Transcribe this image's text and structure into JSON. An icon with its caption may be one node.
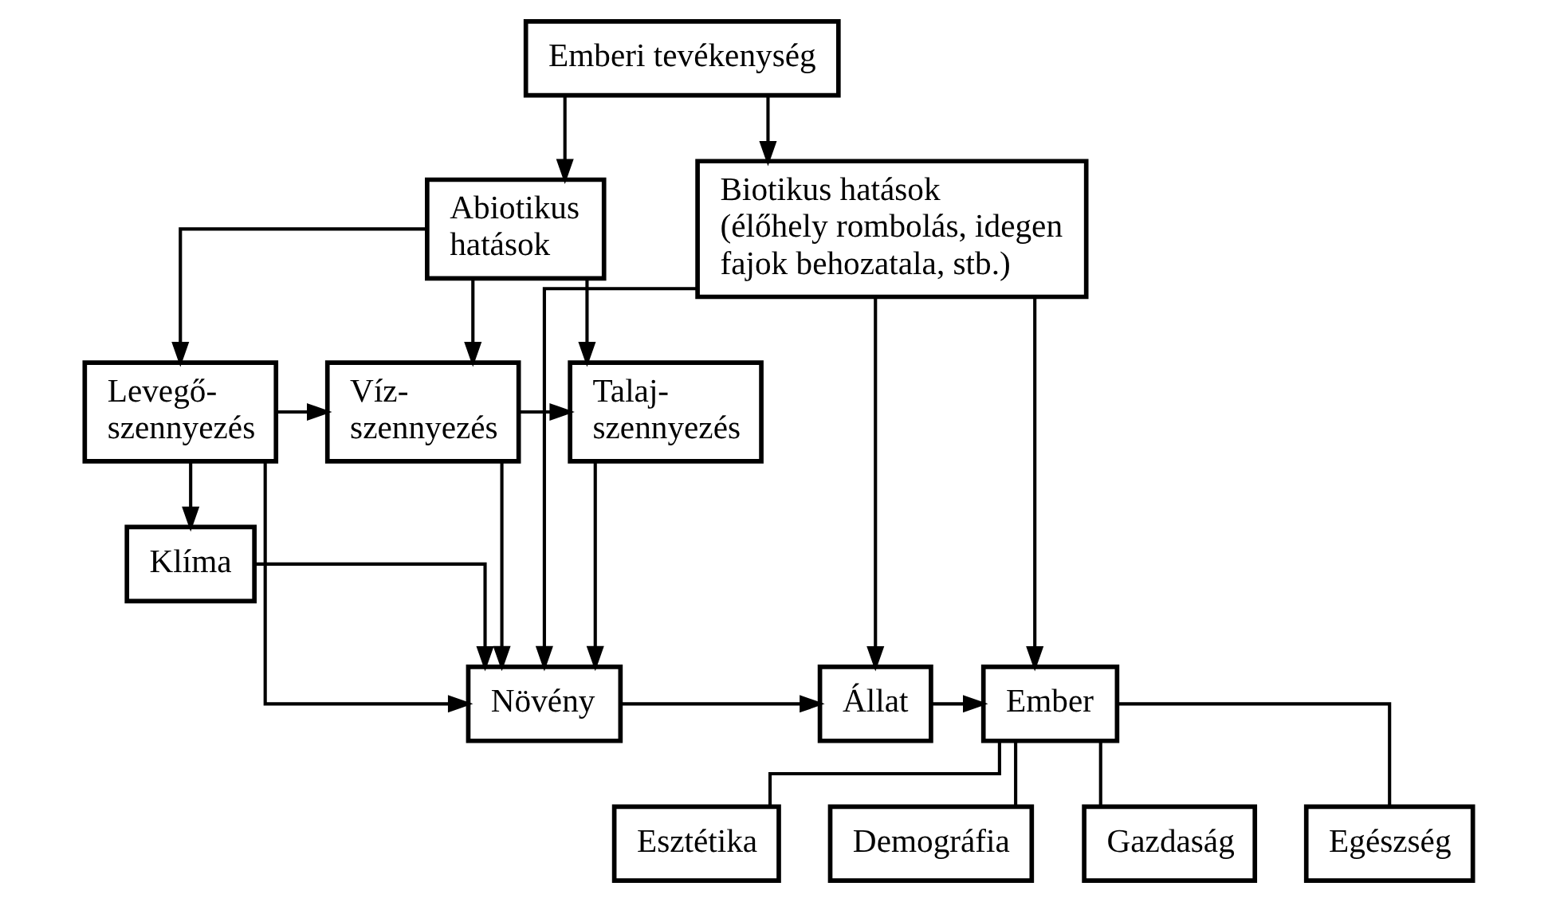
{
  "diagram": {
    "nodes": [
      {
        "text": [
          "Emberi tevékenység"
        ]
      },
      {
        "text": [
          "Abiotikus hatások"
        ]
      },
      {
        "text": [
          "Biotikus hatások",
          "(élőhely rombolás, idegen fajok behozatala, stb.)"
        ]
      },
      {
        "text": [
          "Levegő- szennyezés"
        ]
      },
      {
        "text": [
          "Víz- szennyezés"
        ]
      },
      {
        "text": [
          "Talaj- szennyezés"
        ]
      },
      {
        "text": [
          "Klíma"
        ]
      },
      {
        "text": [
          "Növény"
        ]
      },
      {
        "text": [
          "Állat"
        ]
      },
      {
        "text": [
          "Ember"
        ]
      },
      {
        "text": [
          "Esztétika"
        ]
      },
      {
        "text": [
          "Demográfia"
        ]
      },
      {
        "text": [
          "Gazdaság"
        ]
      },
      {
        "text": [
          "Egészség"
        ]
      }
    ],
    "edges": [
      {
        "from": 0,
        "to": 1,
        "arrow": "to"
      },
      {
        "from": 0,
        "to": 2,
        "arrow": "to"
      },
      {
        "from": 1,
        "to": 3,
        "arrow": "to"
      },
      {
        "from": 1,
        "to": 4,
        "arrow": "to"
      },
      {
        "from": 1,
        "to": 5,
        "arrow": "to"
      },
      {
        "from": 3,
        "to": 4,
        "arrow": "to"
      },
      {
        "from": 4,
        "to": 5,
        "arrow": "to"
      },
      {
        "from": 3,
        "to": 6,
        "arrow": "to"
      },
      {
        "from": 3,
        "to": 7,
        "arrow": "to"
      },
      {
        "from": 4,
        "to": 7,
        "arrow": "to"
      },
      {
        "from": 5,
        "to": 7,
        "arrow": "to"
      },
      {
        "from": 6,
        "to": 7,
        "arrow": "to"
      },
      {
        "from": 2,
        "to": 7,
        "arrow": "to"
      },
      {
        "from": 2,
        "to": 8,
        "arrow": "to"
      },
      {
        "from": 2,
        "to": 9,
        "arrow": "to"
      },
      {
        "from": 7,
        "to": 8,
        "arrow": "to"
      },
      {
        "from": 8,
        "to": 9,
        "arrow": "to"
      },
      {
        "from": 9,
        "to": 10,
        "arrow": "none"
      },
      {
        "from": 9,
        "to": 11,
        "arrow": "none"
      },
      {
        "from": 9,
        "to": 12,
        "arrow": "none"
      },
      {
        "from": 9,
        "to": 13,
        "arrow": "none"
      }
    ]
  }
}
